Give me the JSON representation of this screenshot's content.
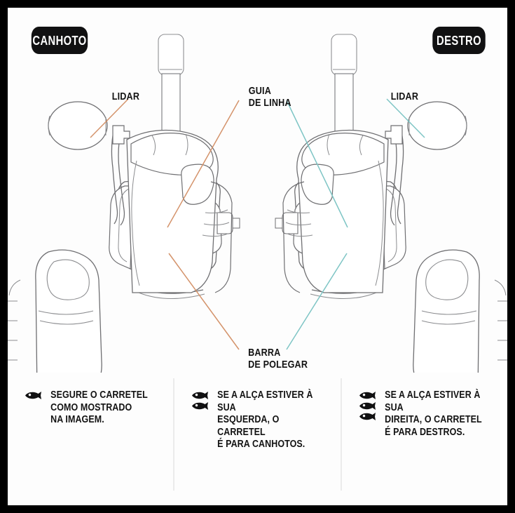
{
  "frame": {
    "border_color": "#000000",
    "background": "#fdfdfd"
  },
  "badges": {
    "left": {
      "label": "CANHOTO",
      "bg": "#111112",
      "text_color": "#ffffff"
    },
    "right": {
      "label": "DESTRO",
      "bg": "#111112",
      "text_color": "#ffffff"
    }
  },
  "callouts": {
    "lidar_left": "LIDAR",
    "guia_de_linha": "GUIA\nDE LINHA",
    "lidar_right": "LIDAR",
    "barra_de_polegar": "BARRA\nDE POLEGAR",
    "leader_color_left": "#d4936b",
    "leader_color_right": "#7ec5c5"
  },
  "illustration": {
    "description": "hand-gripping-baitcast-reel-line-art",
    "stroke_color": "#6f6f72",
    "left_variant": "left-handed-reel-handle-on-left",
    "right_variant": "right-handed-reel-handle-on-right"
  },
  "panels": [
    {
      "fish_count": 1,
      "text": "SEGURE O CARRETEL\nCOMO MOSTRADO\nNA IMAGEM."
    },
    {
      "fish_count": 2,
      "text": "SE A ALÇA ESTIVER À SUA\nESQUERDA, O CARRETEL\nÉ PARA CANHOTOS."
    },
    {
      "fish_count": 3,
      "text": "SE A ALÇA ESTIVER À SUA\nDIREITA, O CARRETEL\nÉ PARA DESTROS."
    }
  ],
  "divider_color": "#ebebeb",
  "fish_icon_color": "#111112"
}
